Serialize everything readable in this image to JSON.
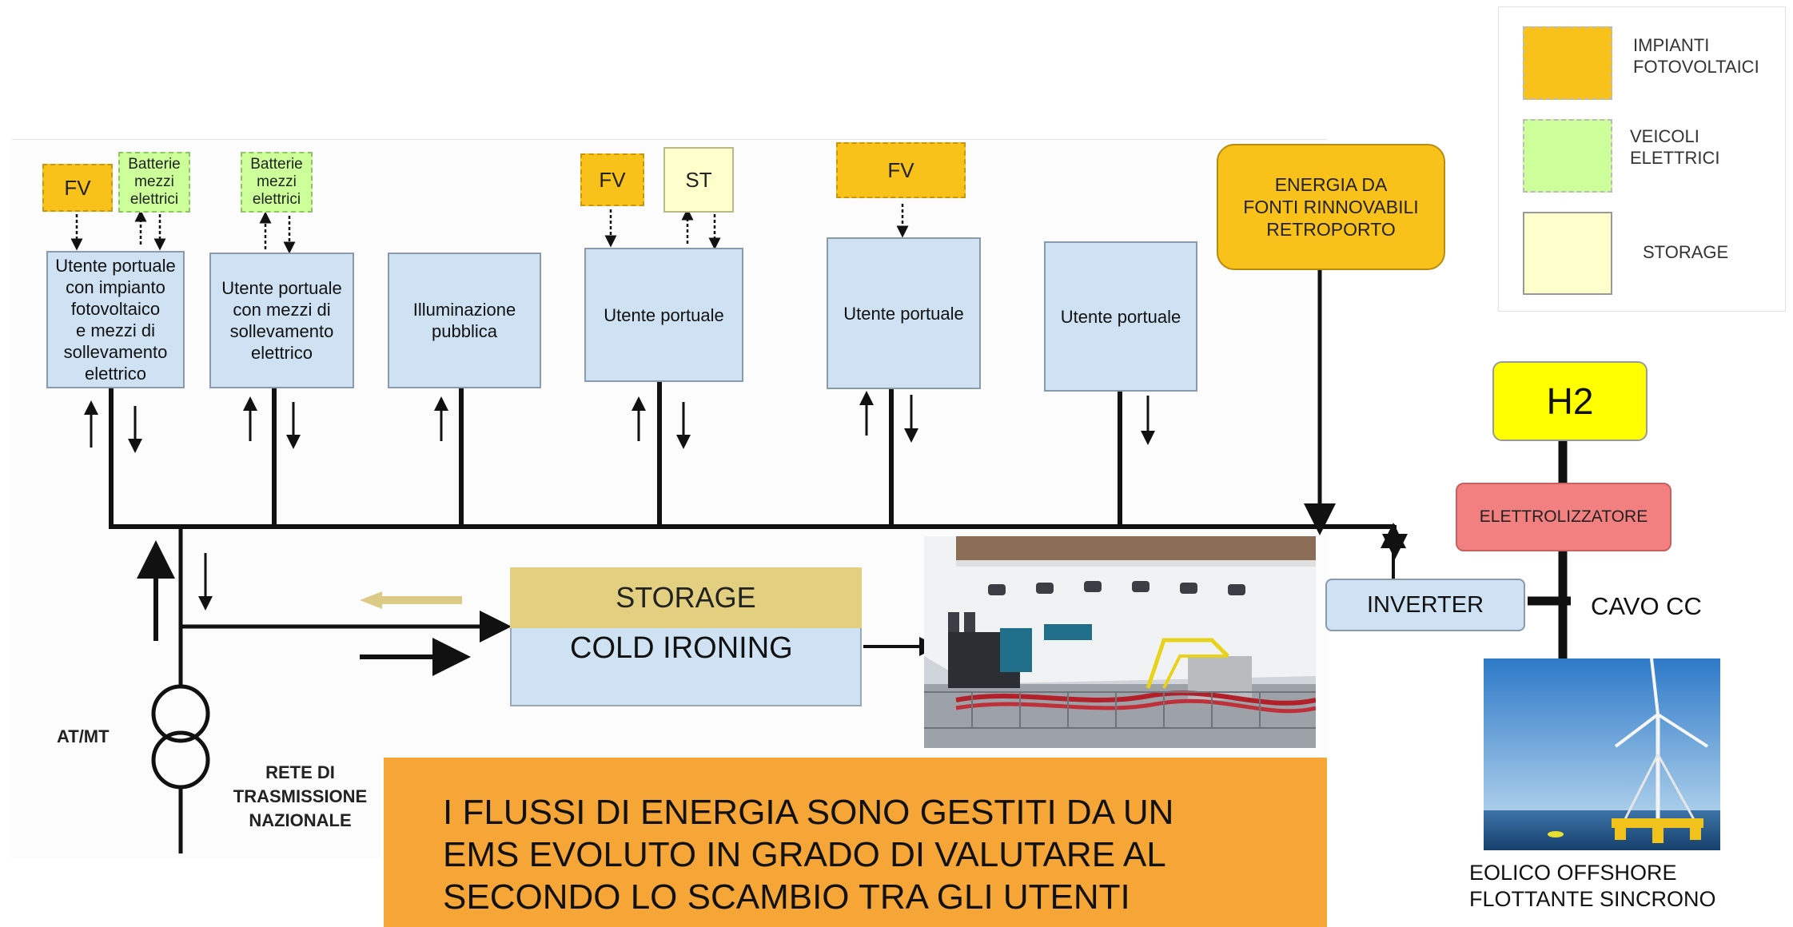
{
  "legend": {
    "items": [
      {
        "label": "IMPIANTI\nFOTOVOLTAICI",
        "color": "#f9c21a"
      },
      {
        "label": "VEICOLI\nELETTRICI",
        "color": "#ccff99"
      },
      {
        "label": "STORAGE",
        "color": "#ffffcc"
      }
    ]
  },
  "users": [
    {
      "label": "Utente portuale\ncon impianto\nfotovoltaico\ne mezzi di\nsollevamento\nelettrico"
    },
    {
      "label": "Utente portuale\ncon mezzi  di\nsollevamento\nelettrico"
    },
    {
      "label": "Illuminazione\npubblica"
    },
    {
      "label": "Utente portuale"
    },
    {
      "label": "Utente portuale"
    },
    {
      "label": "Utente portuale"
    }
  ],
  "sources": {
    "fv": "FV",
    "batterie": "Batterie\nmezzi\nelettrici",
    "st": "ST"
  },
  "renewable": "ENERGIA DA\nFONTI RINNOVABILI\nRETROPORTO",
  "storage_label": "STORAGE",
  "cold_ironing_label": "COLD IRONING",
  "at_mt": "AT/MT",
  "rete": "RETE DI\nTRASMISSIONE\nNAZIONALE",
  "inverter": "INVERTER",
  "cavo": "CAVO CC",
  "elettrolizzatore": "ELETTROLIZZATORE",
  "h2": "H2",
  "eolico": "EOLICO OFFSHORE\nFLOTTANTE SINCRONO",
  "banner": "I FLUSSI DI ENERGIA SONO GESTITI DA UN\nEMS EVOLUTO IN GRADO DI VALUTARE AL\nSECONDO LO SCAMBIO TRA GLI UTENTI",
  "colors": {
    "user_fill": "#cfe2f3",
    "renewable_fill": "#f9c21a",
    "elettrolizzatore_fill": "#f28080",
    "h2_fill": "#ffff00",
    "banner_fill": "#f5a637",
    "storage_fill": "#e2cf80"
  }
}
